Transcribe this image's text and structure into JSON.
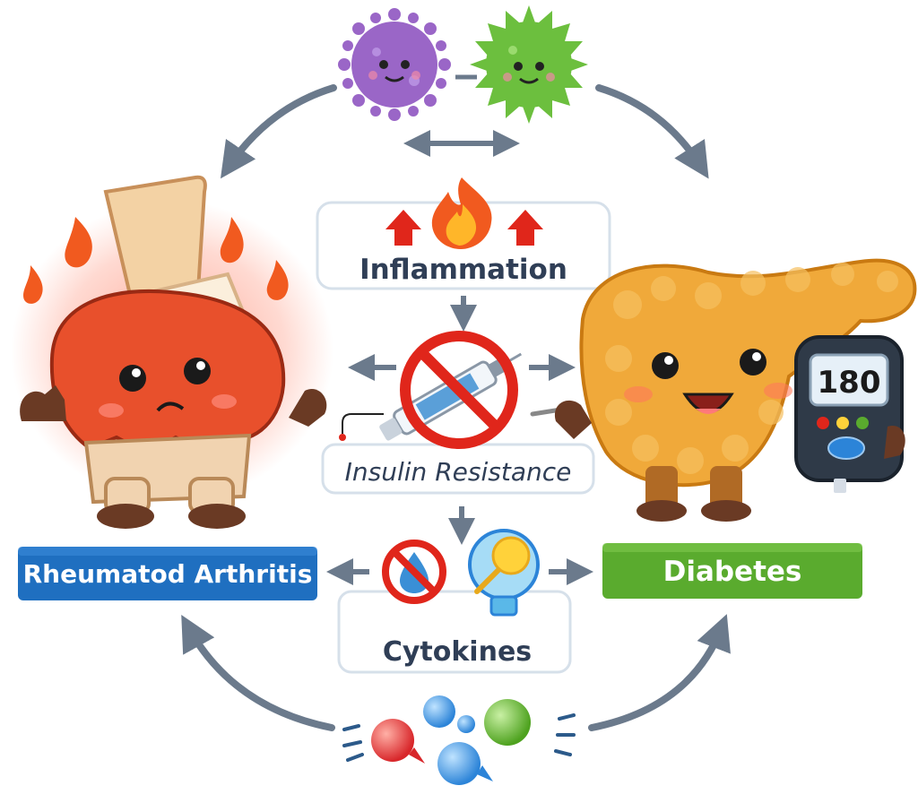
{
  "labels": {
    "inflammation": "Inflammation",
    "insulin_resistance": "Insulin Resistance",
    "cytokines": "Cytokines",
    "rheumatoid_arthritis": "Rheumatod Arthritis",
    "diabetes": "Diabetes",
    "glucose_reading": "180"
  },
  "colors": {
    "arrow": "#6b7a8c",
    "inflammation_arrow": "#e0261b",
    "flame_outer": "#f15a1f",
    "flame_inner": "#ffb629",
    "ra_banner": "#1f6fc0",
    "diabetes_banner": "#5aab2e",
    "joint_red": "#e8502c",
    "pancreas": "#f0a93a",
    "virus_purple": "#9a66c7",
    "virus_green": "#6cbf3e",
    "label_text": "#2f3e56",
    "box_border": "#d6e0ea"
  },
  "icons": [
    "purple-virus-icon",
    "green-virus-icon",
    "flame-icon",
    "up-arrow-icon",
    "no-insulin-syringe-icon",
    "no-water-drop-icon",
    "lollipop-icon",
    "glucose-meter-icon",
    "molecule-drop-icon"
  ]
}
